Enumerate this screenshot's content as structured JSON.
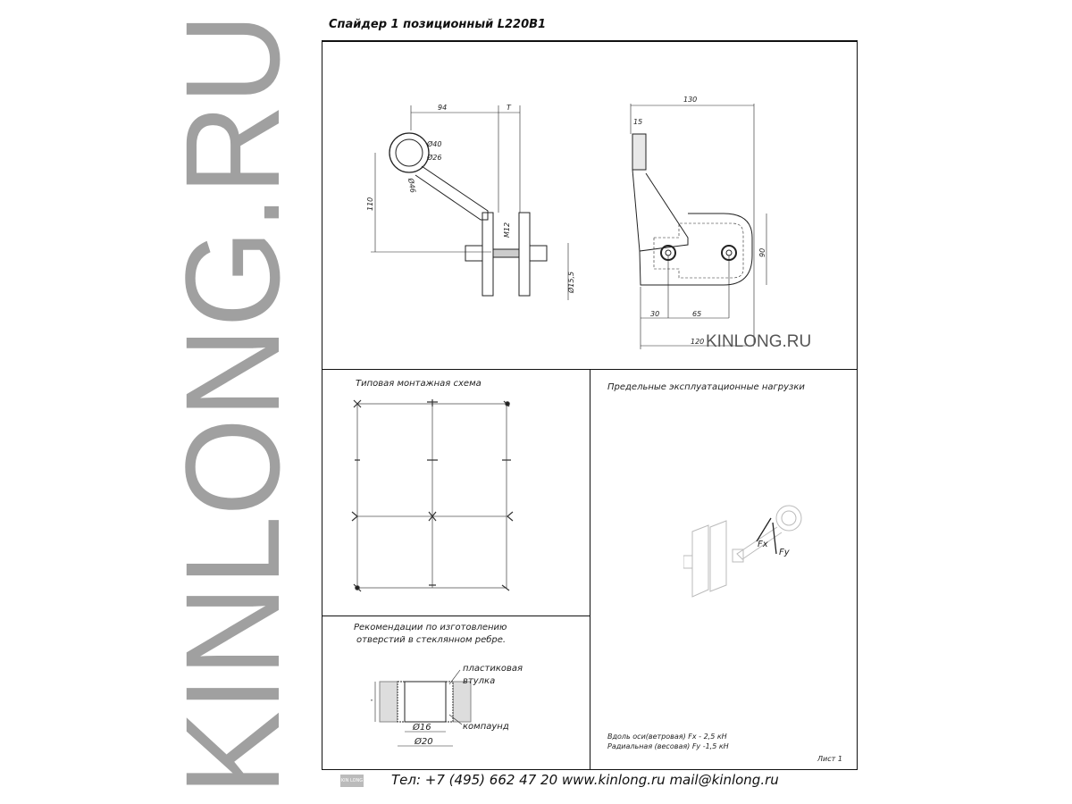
{
  "watermark": "KINLONG.RU",
  "title": "Спайдер 1 позиционный L220B1",
  "drawing_dims": {
    "side": [
      "94",
      "T",
      "Ø40",
      "Ø26",
      "Ø46",
      "110",
      "M12",
      "Ø15,5"
    ],
    "front": [
      "130",
      "15",
      "90",
      "30",
      "65",
      "120"
    ]
  },
  "watermark_small": "KINLONG.RU",
  "sections": {
    "mounting": "Типовая монтажная схема",
    "loads": "Предельные эксплуатационные нагрузки",
    "holes_line1": "Рекомендации по изготовлению",
    "holes_line2": "отверстий в стеклянном ребре."
  },
  "holes_labels": {
    "bushing_1": "пластиковая",
    "bushing_2": "втулка",
    "compound": "компаунд",
    "t": "T",
    "d16": "Ø16",
    "d20": "Ø20"
  },
  "loads_labels": {
    "fx": "Fx",
    "fy": "Fy",
    "axial": "Вдоль оси(ветровая)  Fx  - 2,5 кН",
    "radial": "Радиальная (весовая) Fy -1,5 кН"
  },
  "sheet": "Лист 1",
  "logo_text": "KIN LONG",
  "footer": "Тел: +7 (495) 662 47 20 www.kinlong.ru  mail@kinlong.ru"
}
